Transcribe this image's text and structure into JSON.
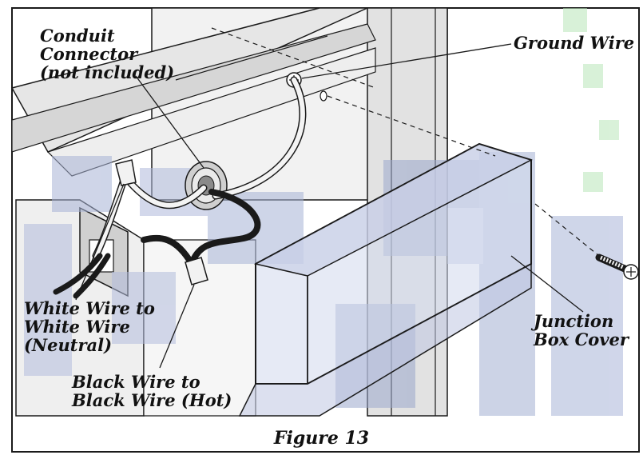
{
  "labels": {
    "conduit_connector": [
      "Conduit",
      "Connector",
      "(not included)"
    ],
    "ground_wire": "Ground Wire",
    "white_wire": [
      "White Wire to",
      "White Wire",
      "(Neutral)"
    ],
    "black_wire": [
      "Black Wire to",
      "Black Wire (Hot)"
    ],
    "junction_box_cover": [
      "Junction",
      "Box Cover"
    ]
  },
  "caption": "Figure 13",
  "colors": {
    "line": "#1a1a1a",
    "panel_fill": "#eeeeee",
    "shade": "#c7c7c7",
    "cover_blue": "#9aa7cc",
    "accent_green": "#b9e6b9"
  }
}
